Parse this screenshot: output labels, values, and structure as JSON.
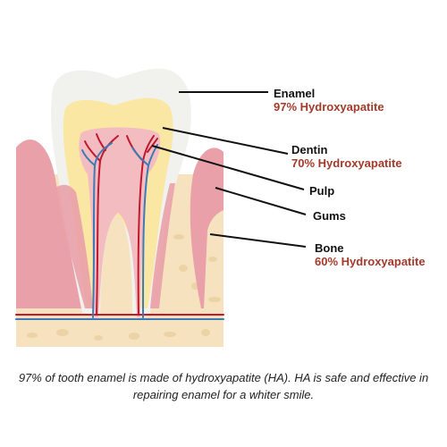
{
  "colors": {
    "enamel": "#f1f1ee",
    "dentin": "#fbe7a4",
    "pulp": "#f3bcc0",
    "gums": "#e9a0a8",
    "bone": "#f6e2bf",
    "bone_spots": "#ecd3a6",
    "nerve_red": "#c0182f",
    "nerve_blue": "#3d7ab8",
    "accent_text": "#a33a2a"
  },
  "labels": {
    "enamel": {
      "title": "Enamel",
      "sub": "97% Hydroxyapatite"
    },
    "dentin": {
      "title": "Dentin",
      "sub": "70% Hydroxyapatite"
    },
    "pulp": {
      "title": "Pulp"
    },
    "gums": {
      "title": "Gums"
    },
    "bone": {
      "title": "Bone",
      "sub": "60% Hydroxyapatite"
    }
  },
  "caption": "97% of tooth enamel is made of hydroxyapatite (HA). HA is safe and effective in repairing enamel for a whiter smile."
}
